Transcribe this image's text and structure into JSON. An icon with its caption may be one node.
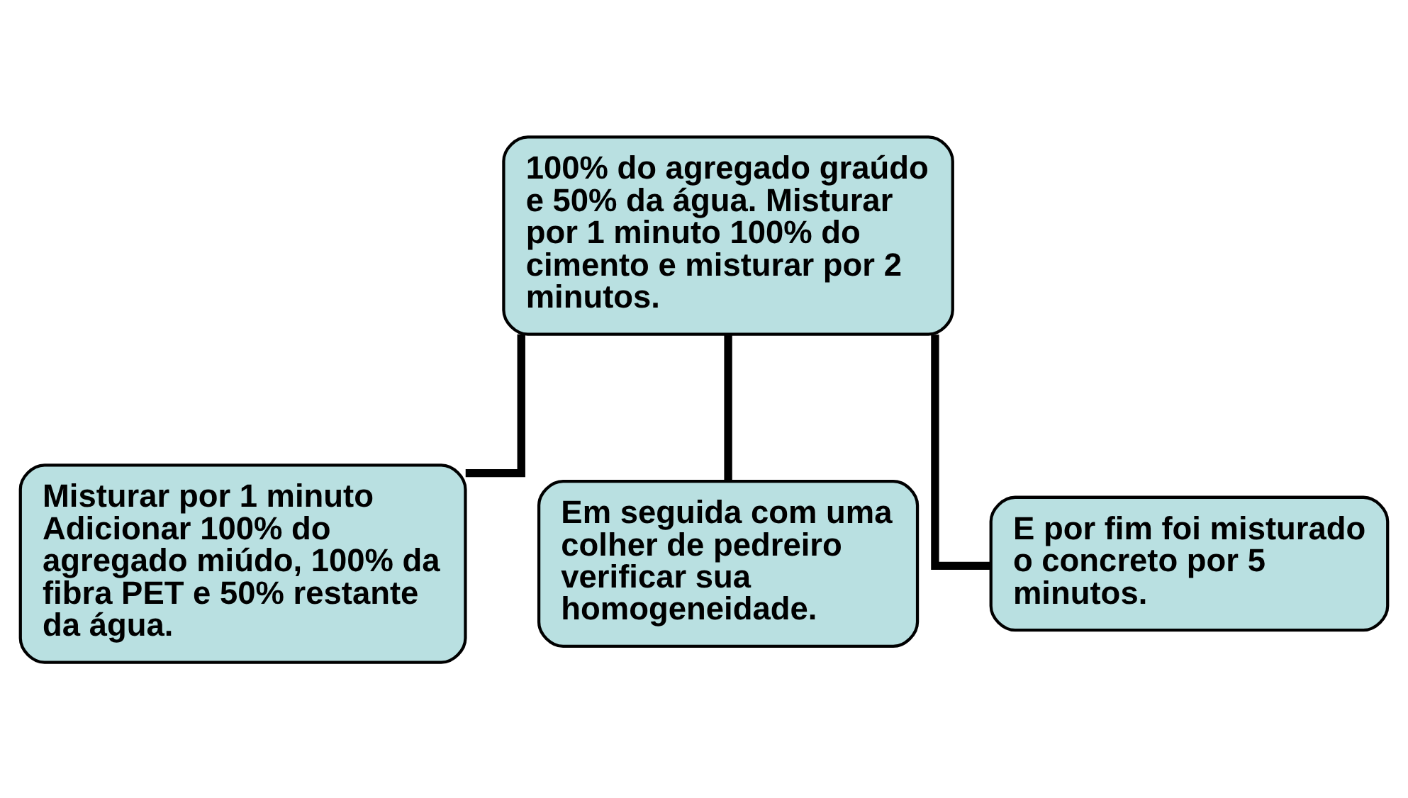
{
  "diagram": {
    "nodes": [
      {
        "text": [
          "100% do agregado graúdo e 50% da água. Misturar por 1 minuto 100% do cimento e misturar por 2 minutos."
        ]
      },
      {
        "text": [
          "Misturar por 1 minuto Adicionar 100% do agregado miúdo, 100% da fibra PET e 50% restante da água."
        ]
      },
      {
        "text": [
          "Em seguida com uma colher de pedreiro verificar sua homogeneidade."
        ]
      },
      {
        "text": [
          "E por fim foi misturado o concreto por 5 minutos."
        ]
      }
    ],
    "edges": [
      {
        "from": 0,
        "to": 1,
        "arrow": "none"
      },
      {
        "from": 0,
        "to": 2,
        "arrow": "none"
      },
      {
        "from": 0,
        "to": 3,
        "arrow": "none"
      }
    ]
  }
}
